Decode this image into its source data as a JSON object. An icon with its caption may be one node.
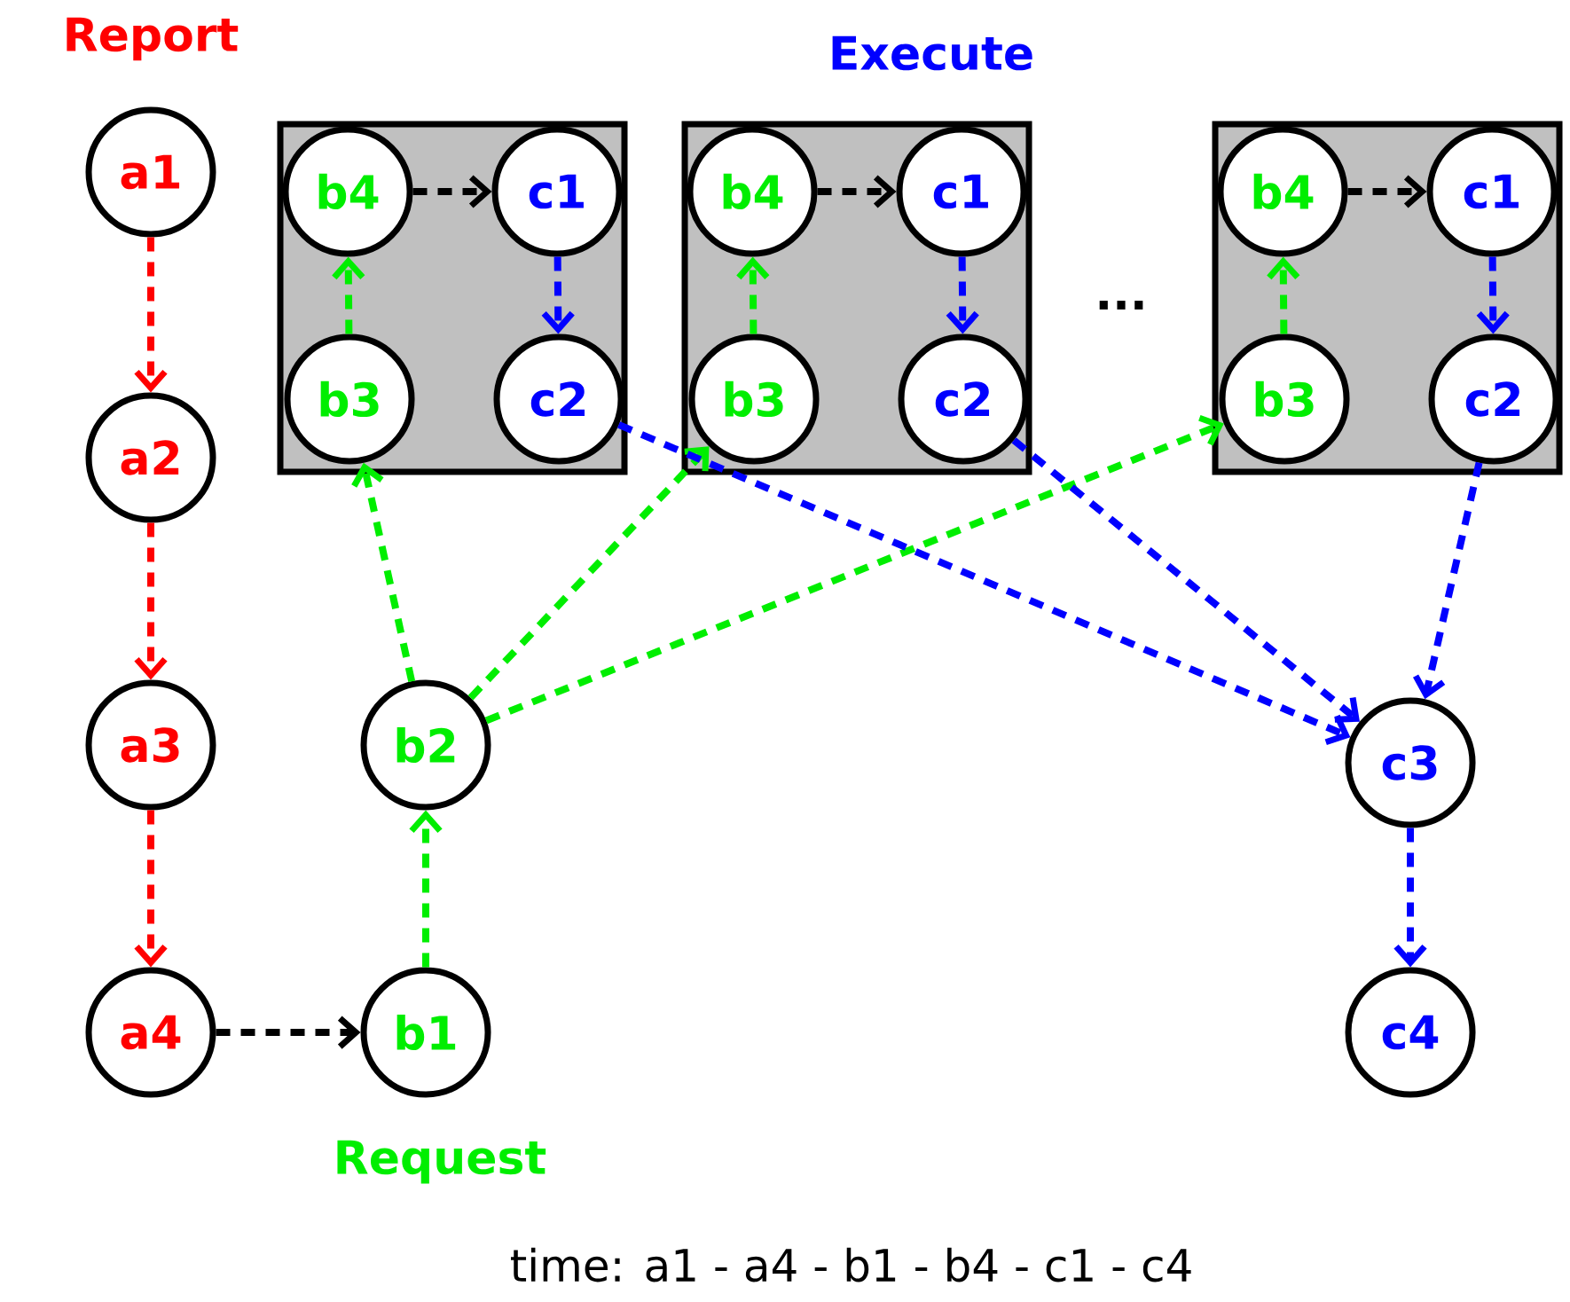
{
  "diagram": {
    "caption": "time: a1 - a4 - b1 - b4 - c1 - c4",
    "nodes": [
      {
        "text": [
          "a1"
        ]
      },
      {
        "text": [],
        "shape": "box"
      },
      {
        "text": [
          "b4"
        ],
        "in": 1
      },
      {
        "text": [
          "c1"
        ],
        "in": 1
      },
      {
        "text": [
          "b3"
        ],
        "in": 1
      },
      {
        "text": [
          "c2"
        ],
        "in": 1
      },
      {
        "text": [],
        "shape": "box"
      },
      {
        "text": [
          "b4"
        ],
        "in": 6
      },
      {
        "text": [
          "c1"
        ],
        "in": 6
      },
      {
        "text": [
          "b3"
        ],
        "in": 6
      },
      {
        "text": [
          "c2"
        ],
        "in": 6
      },
      {
        "text": [],
        "shape": "box"
      },
      {
        "text": [
          "b4"
        ],
        "in": 11
      },
      {
        "text": [
          "c1"
        ],
        "in": 11
      },
      {
        "text": [
          "b3"
        ],
        "in": 11
      },
      {
        "text": [
          "c2"
        ],
        "in": 11
      },
      {
        "text": [
          "a2"
        ]
      },
      {
        "text": [
          "a3"
        ]
      },
      {
        "text": [
          "b2"
        ]
      },
      {
        "text": [
          "c3"
        ]
      },
      {
        "text": [
          "a4"
        ]
      },
      {
        "text": [
          "b1"
        ]
      },
      {
        "text": [
          "c4"
        ]
      }
    ],
    "edges": [
      {
        "from": 0,
        "to": 16,
        "arrow": "to",
        "style": "dashed",
        "color": "#ff0000"
      },
      {
        "from": 16,
        "to": 17,
        "arrow": "to",
        "style": "dashed",
        "color": "#ff0000"
      },
      {
        "from": 17,
        "to": 20,
        "arrow": "to",
        "style": "dashed",
        "color": "#ff0000"
      },
      {
        "from": 20,
        "to": 21,
        "arrow": "to",
        "style": "dashed",
        "color": "#000000"
      },
      {
        "from": 21,
        "to": 18,
        "arrow": "to",
        "style": "dashed",
        "color": "#00ee00"
      },
      {
        "from": 18,
        "to": 4,
        "arrow": "to",
        "style": "dashed",
        "color": "#00ee00"
      },
      {
        "from": 18,
        "to": 9,
        "arrow": "to",
        "style": "dashed",
        "color": "#00ee00"
      },
      {
        "from": 18,
        "to": 14,
        "arrow": "to",
        "style": "dashed",
        "color": "#00ee00"
      },
      {
        "from": 4,
        "to": 2,
        "arrow": "to",
        "style": "dashed",
        "color": "#00ee00"
      },
      {
        "from": 9,
        "to": 7,
        "arrow": "to",
        "style": "dashed",
        "color": "#00ee00"
      },
      {
        "from": 14,
        "to": 12,
        "arrow": "to",
        "style": "dashed",
        "color": "#00ee00"
      },
      {
        "from": 2,
        "to": 3,
        "arrow": "to",
        "style": "dashed",
        "color": "#000000"
      },
      {
        "from": 7,
        "to": 8,
        "arrow": "to",
        "style": "dashed",
        "color": "#000000"
      },
      {
        "from": 12,
        "to": 13,
        "arrow": "to",
        "style": "dashed",
        "color": "#000000"
      },
      {
        "from": 3,
        "to": 5,
        "arrow": "to",
        "style": "dashed",
        "color": "#0000ff"
      },
      {
        "from": 8,
        "to": 10,
        "arrow": "to",
        "style": "dashed",
        "color": "#0000ff"
      },
      {
        "from": 13,
        "to": 15,
        "arrow": "to",
        "style": "dashed",
        "color": "#0000ff"
      },
      {
        "from": 5,
        "to": 19,
        "arrow": "to",
        "style": "dashed",
        "color": "#0000ff"
      },
      {
        "from": 10,
        "to": 19,
        "arrow": "to",
        "style": "dashed",
        "color": "#0000ff"
      },
      {
        "from": 15,
        "to": 19,
        "arrow": "to",
        "style": "dashed",
        "color": "#0000ff"
      },
      {
        "from": 19,
        "to": 22,
        "arrow": "to",
        "style": "dashed",
        "color": "#0000ff"
      }
    ],
    "labels": [
      "Report",
      "Execute",
      "...",
      "Request"
    ]
  }
}
